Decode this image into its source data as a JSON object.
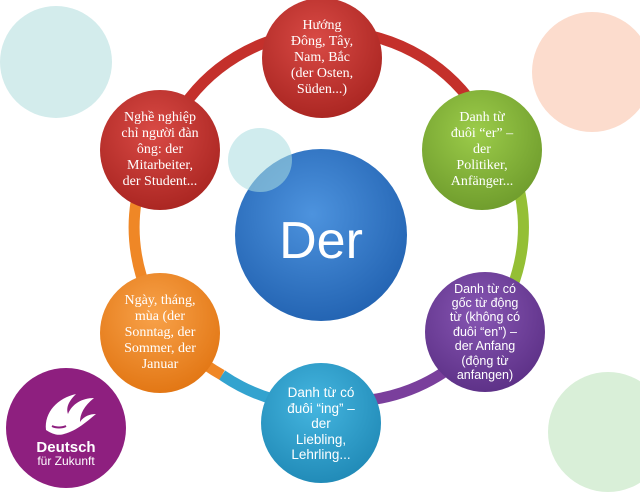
{
  "center": {
    "label": "Der"
  },
  "nodes": [
    {
      "text": "Hướng\nĐông, Tây,\nNam, Bắc\n(der Osten,\nSüden...)"
    },
    {
      "text": "Danh từ\nđuôi “er” –\nder\nPolitiker,\nAnfänger..."
    },
    {
      "text": "Danh từ có\ngốc từ động\ntừ (không có\nđuôi “en”) –\nder Anfang\n(động từ\nanfangen)"
    },
    {
      "text": "Danh từ có\nđuôi “ing” –\nder\nLiebling,\nLehrling..."
    },
    {
      "text": "Ngày, tháng,\nmùa (der\nSonntag, der\nSommer, der\nJanuar"
    },
    {
      "text": "Nghề nghiệp\nchỉ người đàn\nông: der\nMitarbeiter,\nder Student..."
    }
  ],
  "logo": {
    "main": "Deutsch",
    "sub": "für Zukunft"
  },
  "colors": {
    "ring": [
      "#c4302b",
      "#94bf35",
      "#7a3f9c",
      "#33a3cf",
      "#ef8726"
    ],
    "node_red": "#c0302e",
    "node_green": "#84b33a",
    "node_purple": "#6e3e9a",
    "node_blue": "#2d9fca",
    "node_orange": "#ef8a28",
    "center": "#2f77c9",
    "logo": "#8e1f7f"
  }
}
